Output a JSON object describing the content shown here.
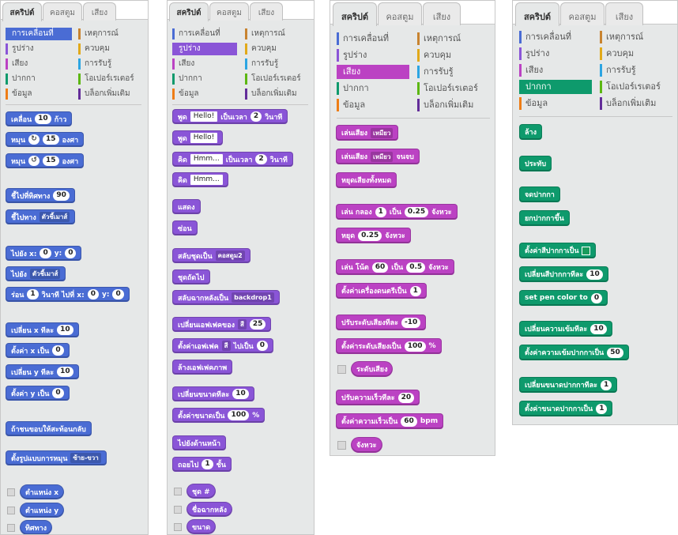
{
  "tabs": {
    "scripts": "สคริปต์",
    "costumes": "คอสตูม",
    "sounds": "เสียง",
    "costumes2": "คอสตูม"
  },
  "categories": {
    "motion": "การเคลื่อนที่",
    "looks": "รูปร่าง",
    "sound": "เสียง",
    "pen": "ปากกา",
    "data": "ข้อมูล",
    "events": "เหตุการณ์",
    "control": "ควบคุม",
    "sensing": "การรับรู้",
    "operators": "โอเปอร์เรเตอร์",
    "more": "บล็อกเพิ่มเติม"
  },
  "colors": {
    "motion": "#4a6cd4",
    "looks": "#8a55d7",
    "sound": "#bb42c3",
    "pen": "#0e9a6c",
    "data": "#ee7d16",
    "events": "#c88330",
    "control": "#e1a91a",
    "sensing": "#2ca5e2",
    "operators": "#5cb712",
    "more": "#632d99"
  },
  "motion_blocks": {
    "move": "เคลื่อน",
    "move_n": "10",
    "move_unit": "ก้าว",
    "turn": "หมุน",
    "turn_r_n": "15",
    "turn_unit": "องศา",
    "turn_l_n": "15",
    "point_dir": "ชี้ไปที่ทิศทาง",
    "point_dir_v": "90",
    "point_to": "ชี้ไปทาง",
    "point_to_v": "ตัวชี้เมาส์",
    "goto_xy": "ไปยัง x:",
    "goto_x": "0",
    "y_label": "y:",
    "goto_y": "0",
    "goto": "ไปยัง",
    "goto_v": "ตัวชี้เมาส์",
    "glide": "ร่อน",
    "glide_n": "1",
    "glide_mid": "วินาที ไปที่ x:",
    "glide_x": "0",
    "glide_y": "0",
    "change_x": "เปลี่ยน x ทีละ",
    "change_x_n": "10",
    "set_x": "ตั้งค่า x เป็น",
    "set_x_n": "0",
    "change_y": "เปลี่ยน y ทีละ",
    "change_y_n": "10",
    "set_y": "ตั้งค่า y เป็น",
    "set_y_n": "0",
    "bounce": "ถ้าชนขอบให้สะท้อนกลับ",
    "rotation": "ตั้งรูปแบบการหมุน",
    "rotation_v": "ซ้าย-ขวา",
    "xpos": "ตำแหน่ง x",
    "ypos": "ตำแหน่ง y",
    "direction": "ทิศทาง"
  },
  "looks_blocks": {
    "say_for": "พูด",
    "say_for_v": "Hello!",
    "say_for_mid": "เป็นเวลา",
    "say_for_n": "2",
    "say_for_unit": "วินาที",
    "say": "พูด",
    "say_v": "Hello!",
    "think_for": "คิด",
    "think_for_v": "Hmm...",
    "think_for_mid": "เป็นเวลา",
    "think_for_n": "2",
    "think_for_unit": "วินาที",
    "think": "คิด",
    "think_v": "Hmm...",
    "show": "แสดง",
    "hide": "ซ่อน",
    "switch_costume": "สลับชุดเป็น",
    "switch_costume_v": "คอสตูม2",
    "next_costume": "ชุดถัดไป",
    "switch_backdrop": "สลับฉากหลังเป็น",
    "switch_backdrop_v": "backdrop1",
    "change_effect": "เปลี่ยนเอฟเฟคของ",
    "effect_v": "สี",
    "change_effect_n": "25",
    "set_effect": "ตั้งค่าเอฟเฟค",
    "set_effect_v": "สี",
    "set_effect_mid": "ไปเป็น",
    "set_effect_n": "0",
    "clear_effects": "ล้างเอฟเฟคภาพ",
    "change_size": "เปลี่ยนขนาดทีละ",
    "change_size_n": "10",
    "set_size": "ตั้งค่าขนาดเป็น",
    "set_size_n": "100",
    "percent": "%",
    "front": "ไปยังด้านหน้า",
    "back": "ถอยไป",
    "back_n": "1",
    "back_unit": "ชั้น",
    "costume_num": "ชุด #",
    "backdrop_name": "ชื่อฉากหลัง",
    "size": "ขนาด"
  },
  "sound_blocks": {
    "play_sound": "เล่นเสียง",
    "play_sound_v": "เหมียว",
    "play_until": "เล่นเสียง",
    "play_until_v": "เหมียว",
    "play_until_end": "จนจบ",
    "stop_all": "หยุดเสียงทั้งหมด",
    "play_drum": "เล่น กลอง",
    "drum_v": "1",
    "drum_for": "เป็น",
    "drum_n": "0.25",
    "beats": "จังหวะ",
    "rest": "หยุด",
    "rest_n": "0.25",
    "rest_unit": "จังหวะ",
    "play_note": "เล่น โน้ต",
    "note_v": "60",
    "note_for": "เป็น",
    "note_n": "0.5",
    "note_unit": "จังหวะ",
    "set_instr": "ตั้งค่าเครื่องดนตรีเป็น",
    "instr_v": "1",
    "change_vol": "ปรับระดับเสียงทีละ",
    "change_vol_n": "-10",
    "set_vol": "ตั้งค่าระดับเสียงเป็น",
    "set_vol_n": "100",
    "pct": "%",
    "volume": "ระดับเสียง",
    "change_tempo": "ปรับความเร็วทีละ",
    "change_tempo_n": "20",
    "set_tempo": "ตั้งค่าความเร็วเป็น",
    "set_tempo_n": "60",
    "bpm": "bpm",
    "tempo": "จังหวะ"
  },
  "pen_blocks": {
    "clear": "ล้าง",
    "stamp": "ประทับ",
    "pen_down": "จดปากกา",
    "pen_up": "ยกปากกาขึ้น",
    "set_color": "ตั้งค่าสีปากกาเป็น",
    "change_color": "เปลี่ยนสีปากกาทีละ",
    "change_color_n": "10",
    "set_color_to": "set pen color to",
    "set_color_to_n": "0",
    "change_shade": "เปลี่ยนความเข้มทีละ",
    "change_shade_n": "10",
    "set_shade": "ตั้งค่าความเข้มปากกาเป็น",
    "set_shade_n": "50",
    "change_size": "เปลี่ยนขนาดปากกาทีละ",
    "change_size_n": "1",
    "set_size": "ตั้งค่าขนาดปากกาเป็น",
    "set_size_n": "1"
  }
}
